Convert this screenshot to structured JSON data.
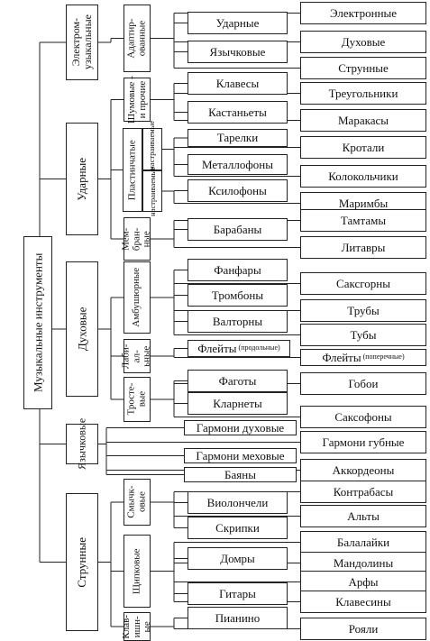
{
  "diagram": {
    "root": "Музыкальные инструменты",
    "families": [
      {
        "id": "electro",
        "label": "Электромузыкальные"
      },
      {
        "id": "percussion",
        "label": "Ударные"
      },
      {
        "id": "wind",
        "label": "Духовые"
      },
      {
        "id": "reed_free",
        "label": "Язычковые"
      },
      {
        "id": "strings",
        "label": "Струнные"
      }
    ],
    "subgroups": [
      {
        "id": "adapted",
        "label": "Адаптированные"
      },
      {
        "id": "noise",
        "label": "Шумовые и прочие"
      },
      {
        "id": "plastic",
        "label": "Пластинчатые"
      },
      {
        "id": "unpitched",
        "label": "ненастраиваемые"
      },
      {
        "id": "pitched",
        "label": "настраиваемые"
      },
      {
        "id": "membrane",
        "label": "Мембранные"
      },
      {
        "id": "embouchure",
        "label": "Амбушюрные"
      },
      {
        "id": "labial",
        "label": "Лабиальные"
      },
      {
        "id": "reed",
        "label": "Тростевые"
      },
      {
        "id": "bowed",
        "label": "Смычковые"
      },
      {
        "id": "plucked",
        "label": "Щипковые"
      },
      {
        "id": "keyboard",
        "label": "Клавишные"
      }
    ],
    "instruments": [
      {
        "id": "udarnye",
        "label": "Ударные"
      },
      {
        "id": "yazychkovye_mid",
        "label": "Язычковые"
      },
      {
        "id": "klavesy",
        "label": "Клавесы"
      },
      {
        "id": "kastanety",
        "label": "Кастаньеты"
      },
      {
        "id": "tarelki",
        "label": "Тарелки"
      },
      {
        "id": "metallofony",
        "label": "Металлофоны"
      },
      {
        "id": "ksilofony",
        "label": "Ксилофоны"
      },
      {
        "id": "barabany",
        "label": "Барабаны"
      },
      {
        "id": "fanfary",
        "label": "Фанфары"
      },
      {
        "id": "trombony",
        "label": "Тромбоны"
      },
      {
        "id": "valtorny",
        "label": "Валторны"
      },
      {
        "id": "fleity_prod",
        "label": "Флейты",
        "note": "(продольные)"
      },
      {
        "id": "fagoty",
        "label": "Фаготы"
      },
      {
        "id": "klarnety",
        "label": "Кларнеты"
      },
      {
        "id": "garmoni_duh",
        "label": "Гармони духовые"
      },
      {
        "id": "garmoni_meh",
        "label": "Гармони меховые"
      },
      {
        "id": "bayany",
        "label": "Баяны"
      },
      {
        "id": "violoncheli",
        "label": "Виолончели"
      },
      {
        "id": "skripki",
        "label": "Скрипки"
      },
      {
        "id": "domry",
        "label": "Домры"
      },
      {
        "id": "gitary",
        "label": "Гитары"
      },
      {
        "id": "pianino",
        "label": "Пианино"
      }
    ],
    "leaves": [
      {
        "id": "elektronnye",
        "label": "Электронные"
      },
      {
        "id": "duhovye",
        "label": "Духовые"
      },
      {
        "id": "strunnye",
        "label": "Струнные"
      },
      {
        "id": "treugolniki",
        "label": "Треугольники"
      },
      {
        "id": "marakasy",
        "label": "Маракасы"
      },
      {
        "id": "krotali",
        "label": "Кротали"
      },
      {
        "id": "kolokolchiki",
        "label": "Колокольчики"
      },
      {
        "id": "marimby",
        "label": "Маримбы"
      },
      {
        "id": "tamtamy",
        "label": "Тамтамы"
      },
      {
        "id": "litavry",
        "label": "Литавры"
      },
      {
        "id": "saksgorny",
        "label": "Саксгорны"
      },
      {
        "id": "truby",
        "label": "Трубы"
      },
      {
        "id": "tuby",
        "label": "Тубы"
      },
      {
        "id": "fleity_pop",
        "label": "Флейты",
        "note": "(поперечные)"
      },
      {
        "id": "goboi",
        "label": "Гобои"
      },
      {
        "id": "saksofony",
        "label": "Саксофоны"
      },
      {
        "id": "garmoni_gub",
        "label": "Гармони губные"
      },
      {
        "id": "akkordeony",
        "label": "Аккордеоны"
      },
      {
        "id": "kontrabasy",
        "label": "Контрабасы"
      },
      {
        "id": "alty",
        "label": "Альты"
      },
      {
        "id": "balalaiki",
        "label": "Балалайки"
      },
      {
        "id": "mandoliny",
        "label": "Мандолины"
      },
      {
        "id": "arfy",
        "label": "Арфы"
      },
      {
        "id": "klavesiny",
        "label": "Клавесины"
      },
      {
        "id": "royali",
        "label": "Рояли"
      }
    ]
  }
}
